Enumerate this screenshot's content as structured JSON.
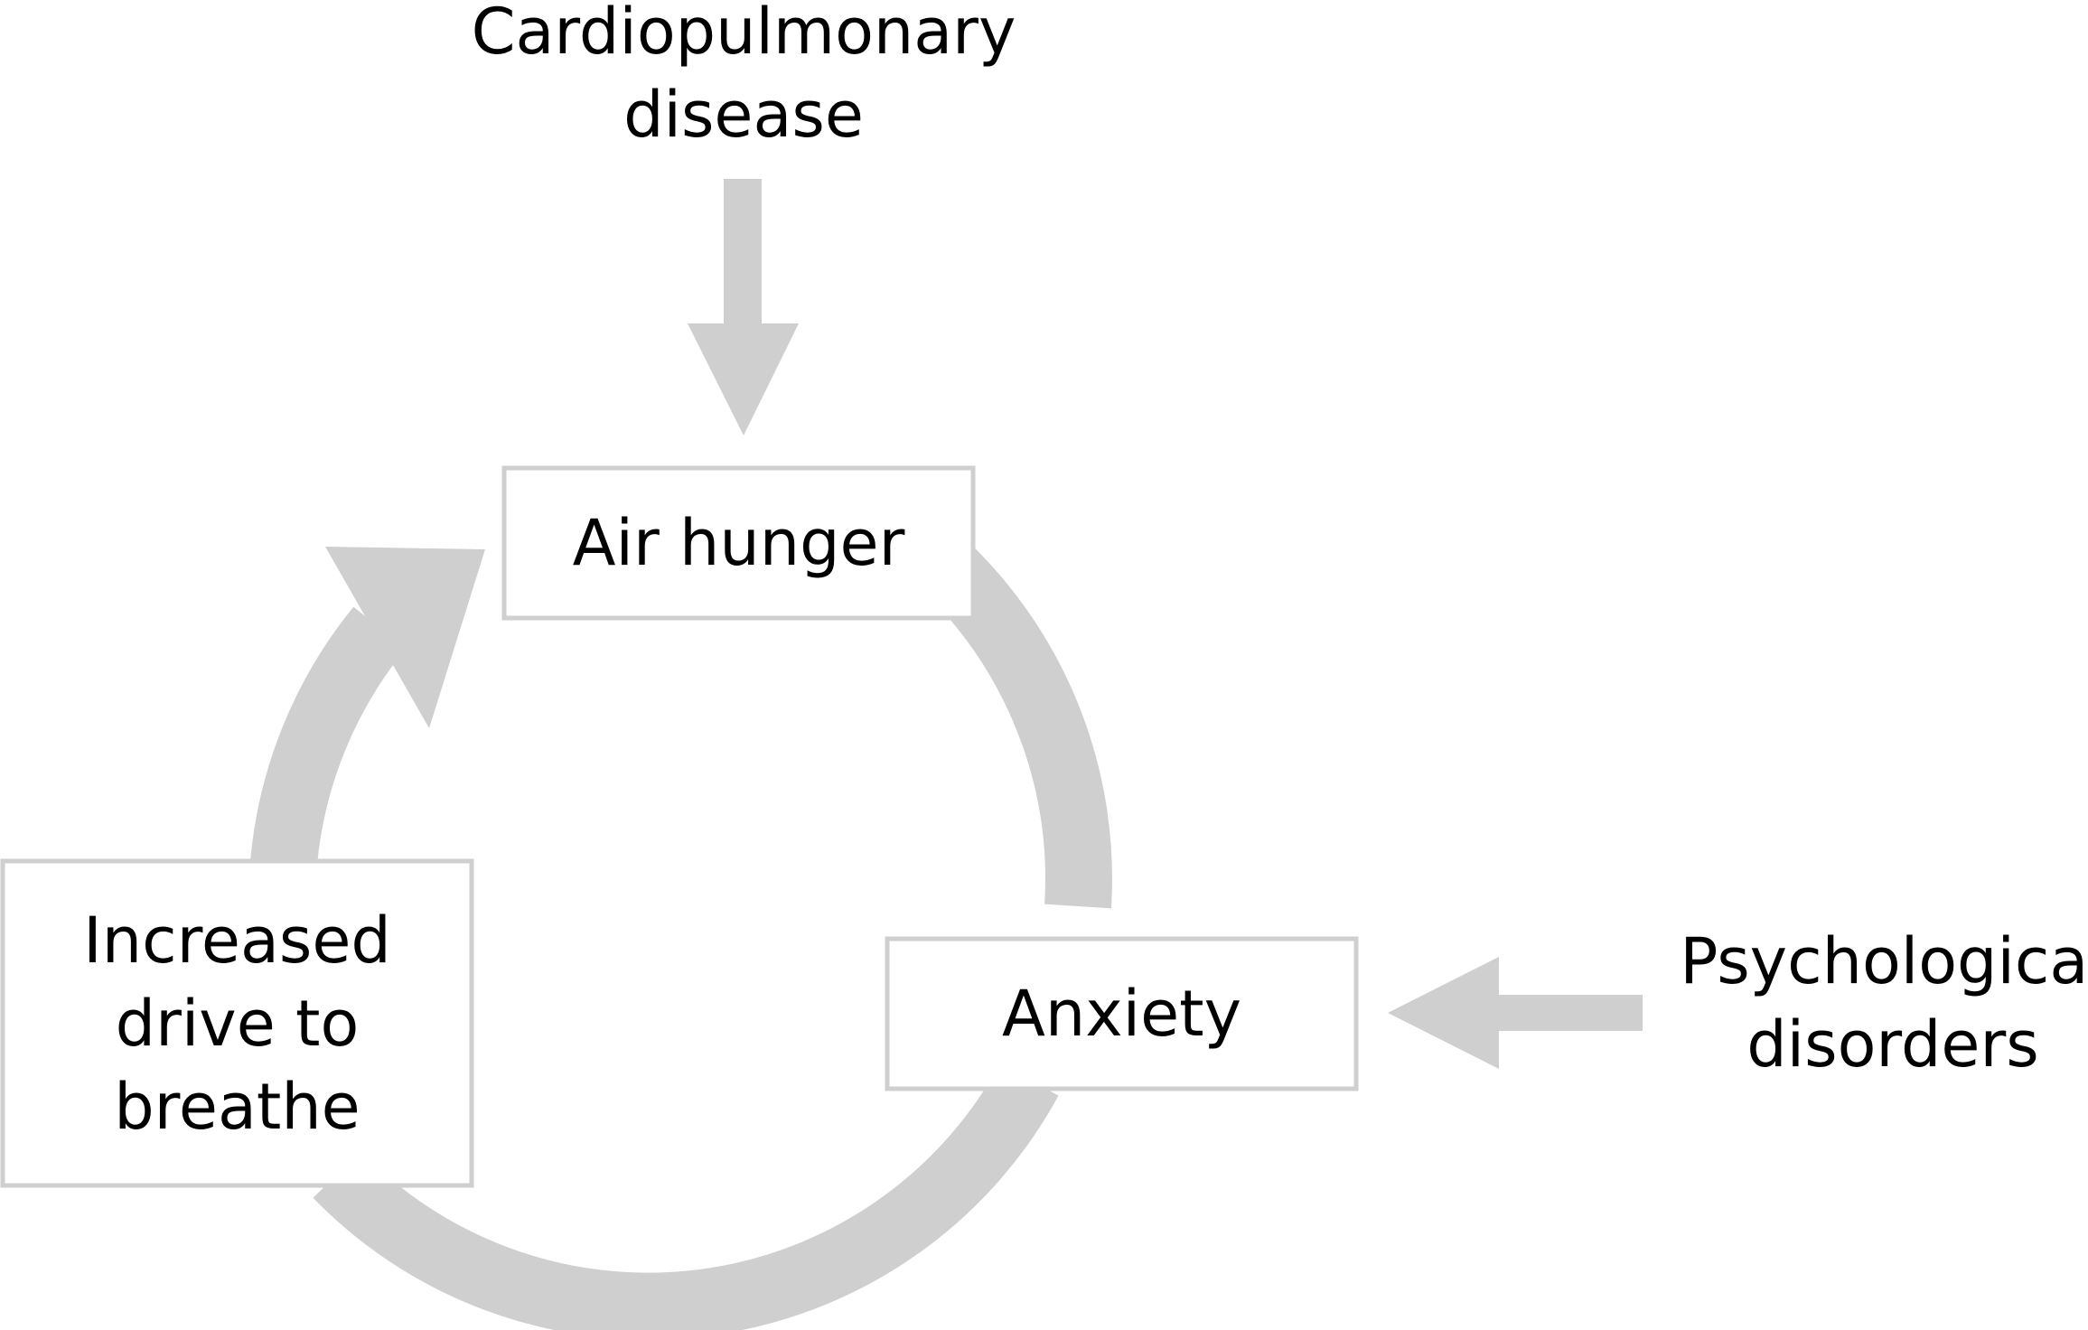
{
  "diagram": {
    "inputs": {
      "top": "Cardiopulmonary\ndisease",
      "right": "Psychological\ndisorders"
    },
    "nodes": {
      "air_hunger": "Air hunger",
      "anxiety": "Anxiety",
      "increased_drive": "Increased\ndrive to\nbreathe"
    },
    "colors": {
      "arrow": "#d0cfd0",
      "box_border": "#d0cfd0",
      "text": "#000000",
      "background": "#ffffff"
    }
  }
}
